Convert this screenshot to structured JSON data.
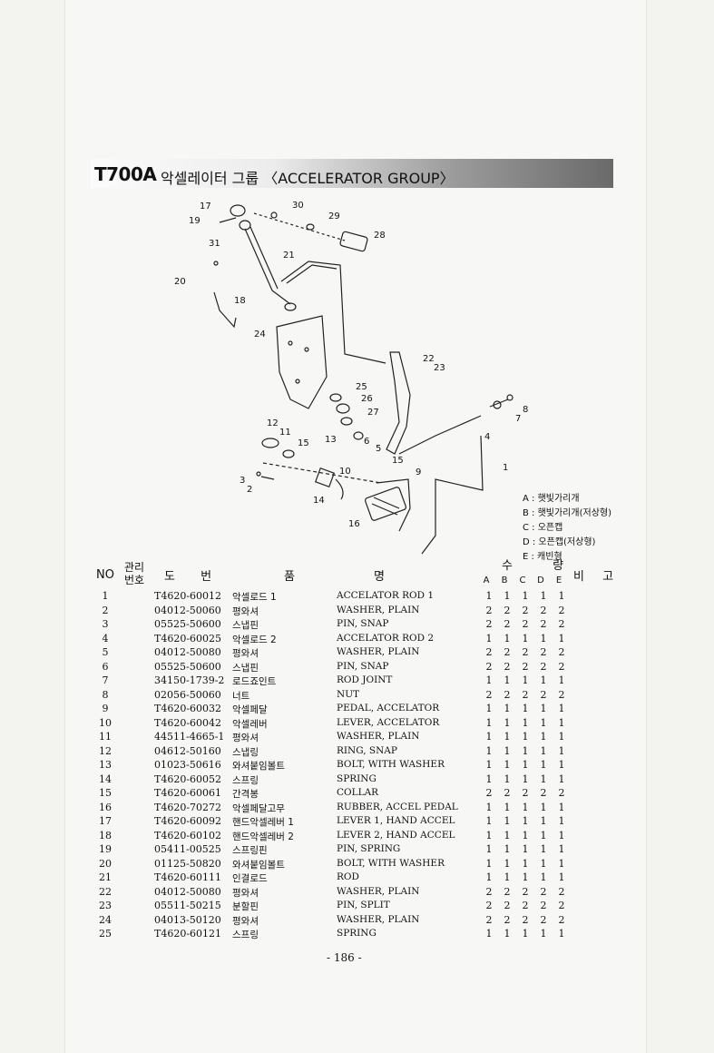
{
  "title": {
    "code": "T700A",
    "text": "악셀레이터 그룹 〈ACCELERATOR GROUP〉"
  },
  "diagram_callouts": [
    "17",
    "30",
    "19",
    "29",
    "31",
    "28",
    "21",
    "20",
    "18",
    "24",
    "22",
    "23",
    "25",
    "26",
    "8",
    "27",
    "7",
    "4",
    "12",
    "11",
    "13",
    "15",
    "6",
    "5",
    "10",
    "15",
    "9",
    "1",
    "3",
    "2",
    "14",
    "16"
  ],
  "legend": [
    "A : 햇빛가리개",
    "B : 햇빛가리개(저상형)",
    "C : 오픈캡",
    "D : 오픈캡(저상형)",
    "E : 캐빈형"
  ],
  "table_header": {
    "no": "NO",
    "mgmt": "관리\n번호",
    "drawing": "도 번",
    "name_left": "품",
    "name_right": "명",
    "qty": "수 량",
    "qty_cols": [
      "A",
      "B",
      "C",
      "D",
      "E"
    ],
    "remark": "비 고"
  },
  "parts": [
    {
      "no": "1",
      "dwg": "T4620-60012",
      "kr": "악셀로드 1",
      "en": "ACCELATOR ROD 1",
      "q": [
        "1",
        "1",
        "1",
        "1",
        "1"
      ]
    },
    {
      "no": "2",
      "dwg": "04012-50060",
      "kr": "평와셔",
      "en": "WASHER, PLAIN",
      "q": [
        "2",
        "2",
        "2",
        "2",
        "2"
      ]
    },
    {
      "no": "3",
      "dwg": "05525-50600",
      "kr": "스냅핀",
      "en": "PIN, SNAP",
      "q": [
        "2",
        "2",
        "2",
        "2",
        "2"
      ]
    },
    {
      "no": "4",
      "dwg": "T4620-60025",
      "kr": "악셀로드 2",
      "en": "ACCELATOR ROD 2",
      "q": [
        "1",
        "1",
        "1",
        "1",
        "1"
      ]
    },
    {
      "no": "5",
      "dwg": "04012-50080",
      "kr": "평와셔",
      "en": "WASHER, PLAIN",
      "q": [
        "2",
        "2",
        "2",
        "2",
        "2"
      ]
    },
    {
      "no": "6",
      "dwg": "05525-50600",
      "kr": "스냅핀",
      "en": "PIN, SNAP",
      "q": [
        "2",
        "2",
        "2",
        "2",
        "2"
      ]
    },
    {
      "no": "7",
      "dwg": "34150-1739-2",
      "kr": "로드죠인트",
      "en": "ROD JOINT",
      "q": [
        "1",
        "1",
        "1",
        "1",
        "1"
      ]
    },
    {
      "no": "8",
      "dwg": "02056-50060",
      "kr": "너트",
      "en": "NUT",
      "q": [
        "2",
        "2",
        "2",
        "2",
        "2"
      ]
    },
    {
      "no": "9",
      "dwg": "T4620-60032",
      "kr": "악셀페달",
      "en": "PEDAL, ACCELATOR",
      "q": [
        "1",
        "1",
        "1",
        "1",
        "1"
      ]
    },
    {
      "no": "10",
      "dwg": "T4620-60042",
      "kr": "악셀레버",
      "en": "LEVER, ACCELATOR",
      "q": [
        "1",
        "1",
        "1",
        "1",
        "1"
      ]
    },
    {
      "no": "11",
      "dwg": "44511-4665-1",
      "kr": "평와셔",
      "en": "WASHER, PLAIN",
      "q": [
        "1",
        "1",
        "1",
        "1",
        "1"
      ]
    },
    {
      "no": "12",
      "dwg": "04612-50160",
      "kr": "스냅링",
      "en": "RING, SNAP",
      "q": [
        "1",
        "1",
        "1",
        "1",
        "1"
      ]
    },
    {
      "no": "13",
      "dwg": "01023-50616",
      "kr": "와셔붙임볼트",
      "en": "BOLT, WITH WASHER",
      "q": [
        "1",
        "1",
        "1",
        "1",
        "1"
      ]
    },
    {
      "no": "14",
      "dwg": "T4620-60052",
      "kr": "스프링",
      "en": "SPRING",
      "q": [
        "1",
        "1",
        "1",
        "1",
        "1"
      ]
    },
    {
      "no": "15",
      "dwg": "T4620-60061",
      "kr": "간격봉",
      "en": "COLLAR",
      "q": [
        "2",
        "2",
        "2",
        "2",
        "2"
      ]
    },
    {
      "no": "16",
      "dwg": "T4620-70272",
      "kr": "악셀페달고무",
      "en": "RUBBER, ACCEL PEDAL",
      "q": [
        "1",
        "1",
        "1",
        "1",
        "1"
      ]
    },
    {
      "no": "17",
      "dwg": "T4620-60092",
      "kr": "핸드악셀레버 1",
      "en": "LEVER 1, HAND ACCEL",
      "q": [
        "1",
        "1",
        "1",
        "1",
        "1"
      ]
    },
    {
      "no": "18",
      "dwg": "T4620-60102",
      "kr": "핸드악셀레버 2",
      "en": "LEVER 2, HAND ACCEL",
      "q": [
        "1",
        "1",
        "1",
        "1",
        "1"
      ]
    },
    {
      "no": "19",
      "dwg": "05411-00525",
      "kr": "스프링핀",
      "en": "PIN, SPRING",
      "q": [
        "1",
        "1",
        "1",
        "1",
        "1"
      ]
    },
    {
      "no": "20",
      "dwg": "01125-50820",
      "kr": "와셔붙임볼트",
      "en": "BOLT, WITH WASHER",
      "q": [
        "1",
        "1",
        "1",
        "1",
        "1"
      ]
    },
    {
      "no": "21",
      "dwg": "T4620-60111",
      "kr": "인결로드",
      "en": "ROD",
      "q": [
        "1",
        "1",
        "1",
        "1",
        "1"
      ]
    },
    {
      "no": "22",
      "dwg": "04012-50080",
      "kr": "평와셔",
      "en": "WASHER, PLAIN",
      "q": [
        "2",
        "2",
        "2",
        "2",
        "2"
      ]
    },
    {
      "no": "23",
      "dwg": "05511-50215",
      "kr": "분할핀",
      "en": "PIN, SPLIT",
      "q": [
        "2",
        "2",
        "2",
        "2",
        "2"
      ]
    },
    {
      "no": "24",
      "dwg": "04013-50120",
      "kr": "평와셔",
      "en": "WASHER, PLAIN",
      "q": [
        "2",
        "2",
        "2",
        "2",
        "2"
      ]
    },
    {
      "no": "25",
      "dwg": "T4620-60121",
      "kr": "스프링",
      "en": "SPRING",
      "q": [
        "1",
        "1",
        "1",
        "1",
        "1"
      ]
    }
  ],
  "page_number": "- 186 -"
}
